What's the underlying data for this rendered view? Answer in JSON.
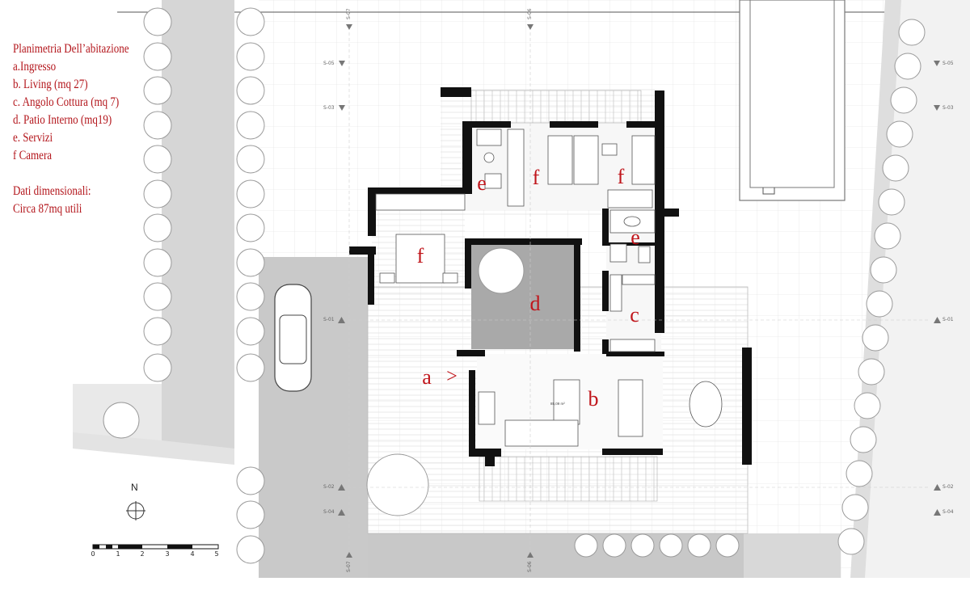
{
  "legend": {
    "title": "Planimetria Dell’abitazione",
    "items": [
      "a.Ingresso",
      "b. Living (mq 27)",
      "c. Angolo Cottura (mq 7)",
      "d. Patio Interno (mq19)",
      "e. Servizi",
      "f Camera"
    ],
    "dimensions_heading": "Dati dimensionali:",
    "dimensions_value": "Circa 87mq utili"
  },
  "rooms": {
    "a": "a",
    "a_arrow": ">",
    "b": "b",
    "c": "c",
    "d": "d",
    "e1": "e",
    "e2": "e",
    "f1": "f",
    "f2": "f",
    "f3": "f"
  },
  "area_tag": "85,09 m²",
  "sections": {
    "s01": "S-01",
    "s02": "S-02",
    "s03": "S-03",
    "s04": "S-04",
    "s05": "S-05",
    "s06": "S-06",
    "s07": "S-07"
  },
  "north": "N",
  "scale_bar": [
    "0",
    "1",
    "2",
    "3",
    "4",
    "5"
  ],
  "colors": {
    "label_red": "#c0151b",
    "wall": "#111111",
    "patio": "#a9a9a9",
    "drive": "#c9c9c9",
    "grid_line": "#e4e4e4"
  }
}
